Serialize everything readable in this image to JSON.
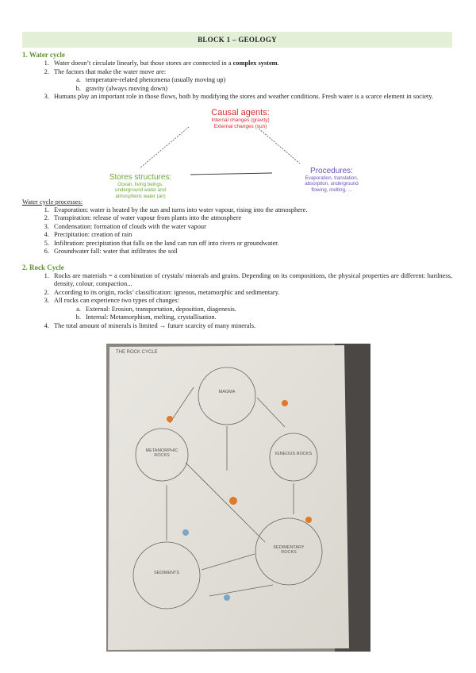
{
  "header": {
    "title": "BLOCK 1 – GEOLOGY"
  },
  "water": {
    "heading": "1. Water cycle",
    "items": [
      {
        "pre": "Water doesn’t circulate linearly, but those stores are connected in a ",
        "bold": "complex system",
        "post": "."
      },
      {
        "text": "The factors that make the water move are:",
        "sub": [
          "temperature-related phenomena (usually moving up)",
          "gravity (always moving down)"
        ]
      },
      {
        "text": "Humans play an important role in those flows, both by modifying the stores and weather conditions. Fresh water is a scarce element in society."
      }
    ],
    "diagram": {
      "causal_title": "Causal agents:",
      "causal_lines": [
        "Internal changes (gravity)",
        "External changes (sun)"
      ],
      "stores_title": "Stores structures:",
      "stores_lines": [
        "Ocean, living beings,",
        "underground water and",
        "atmospheric water (air)"
      ],
      "proc_title": "Procedures:",
      "proc_lines": [
        "Evaporation, translation,",
        "absorption, underground",
        "flowing, melting, ..."
      ],
      "colors": {
        "causal": "#d72a2a",
        "stores": "#6aa83a",
        "procedures": "#6d4fb8"
      }
    },
    "processes_heading": "Water cycle processes:",
    "processes": [
      "Evaporation: water is heated by the sun and turns into water vapour, rising into the atmosphere.",
      "Transpiration: release of water vapour from plants into the atmosphere",
      "Condensation: formation of clouds with the water vapour",
      "Precipitation: creation of rain",
      "Infiltration: precipitation that falls on the land can run off into rivers or groundwater.",
      "Groundwater fall: water that infiltrates the soil"
    ]
  },
  "rock": {
    "heading": "2. Rock Cycle",
    "items": [
      {
        "text": "Rocks are materials = a combination of crystals/ minerals and grains. Depending on its compositions, the physical properties are different: hardness, density, colour, compaction..."
      },
      {
        "text": "According to its origin, rocks’ classification: igneous, metamorphic and sedimentary."
      },
      {
        "text": "All rocks can experience two types of changes:",
        "sub": [
          "External: Erosion, transportation, deposition, diagenesis.",
          "Internal: Metamorphism, melting, crystallisation."
        ]
      },
      {
        "text": "The total amount of minerals is limited → future scarcity of many minerals."
      }
    ],
    "photo": {
      "label": "THE ROCK CYCLE",
      "nodes": [
        "METAMORPHIC ROCKS",
        "MAGMA",
        "IGNEOUS ROCKS",
        "SEDIMENTS",
        "SEDIMENTARY ROCKS"
      ]
    }
  }
}
